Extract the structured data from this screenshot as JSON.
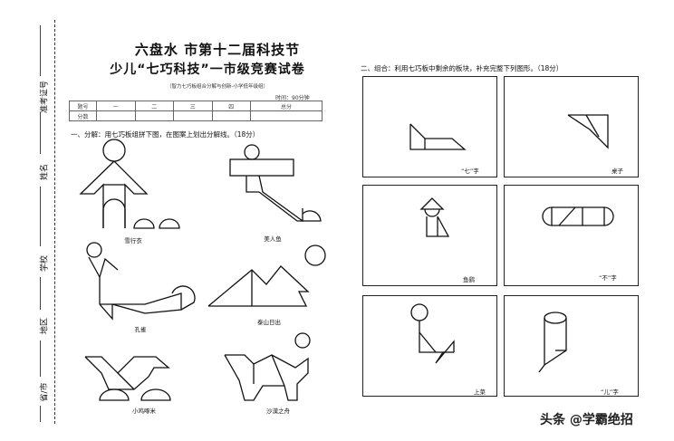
{
  "strip": {
    "exam_no": "准考证号",
    "name": "姓名",
    "school": "学校",
    "district": "地区",
    "province_city": "省/市"
  },
  "header": {
    "title_line1": "六盘水  市第十二届科技节",
    "title_line2": "少儿“七巧科技”一市级竞赛试卷",
    "subtitle": "（智力七巧板组合分解与创新-小学低年级组）",
    "time": "时间：90分钟"
  },
  "score_table": {
    "row1": [
      "题号",
      "一",
      "二",
      "三",
      "四",
      "总分"
    ],
    "row2": [
      "分数",
      "",
      "",
      "",
      "",
      ""
    ]
  },
  "section1": {
    "title": "一、分解：用七巧板组拼下图，在图案上划出分解线。（18分）",
    "figures": [
      "雪行衣",
      "美人鱼",
      "孔雀",
      "泰山日出",
      "小鸡啄米",
      "沙漠之舟"
    ]
  },
  "section2": {
    "title": "二、组合：利用七巧板中剩余的板块，补充完整下列图形。（18分）",
    "boxes": [
      "“七”字",
      "桌子",
      "鱼鹞",
      "“不”字",
      "上菜",
      "“儿”字"
    ]
  },
  "watermark": "头条 @学霸绝招"
}
